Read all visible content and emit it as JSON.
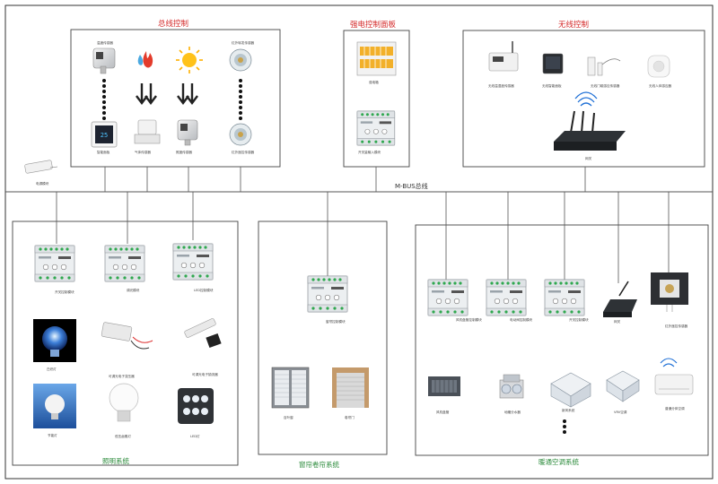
{
  "titles": {
    "bus_control": "总线控制",
    "power_panel": "强电控制面板",
    "wireless": "无线控制",
    "bus_line": "M-BUS总线",
    "lighting": "照明系统",
    "curtain": "窗帘卷帘系统",
    "hvac": "暖通空调系统"
  },
  "labels": {
    "temp_sensor": "温度传感器",
    "wireless_temp": "无线温湿度传感器",
    "wireless_panel": "无线智能面板",
    "door_sensor": "无线门磁感应传感器",
    "ir_sensor": "无线人体感应器",
    "gateway": "网关",
    "ir_module": "红外转发传感器",
    "switch_panel": "智能面板",
    "gas_sensor": "气体传感器",
    "lux_sensor": "照度传感器",
    "ir_forward": "红外遥控传感器",
    "breaker_panel": "强电箱",
    "switch_input": "开关量输入模块",
    "power_module": "电源模块",
    "relay_lights": "开关控制模块",
    "dimmer": "调光模块",
    "led_driver": "LED控制模块",
    "incandescent": "白炽灯",
    "electronic_transformer": "可调光电子变压器",
    "dimmable_ballast": "可调光电子镇流器",
    "energy_saving": "节能灯",
    "halogen": "低压卤素灯",
    "led": "LED灯",
    "curtain_module": "窗帘控制模块",
    "curtain": "百叶窗",
    "roller": "卷帘门",
    "fan_coil_module": "风机盘管控制模块",
    "valve_module": "电动阀控制模块",
    "switch_module_hvac": "开关控制模块",
    "gateway2": "网关",
    "ir_hvac": "红外遥控传感器",
    "fan_coil": "风机盘管",
    "floor_heat": "地暖分水器",
    "central_ac": "新风系统",
    "vrv": "VRV空调",
    "split_ac": "普通分体空调"
  },
  "colors": {
    "title": "#d42a2a",
    "line": "#555555",
    "device": "#e9ecef",
    "terminal": "#2fa84f"
  }
}
